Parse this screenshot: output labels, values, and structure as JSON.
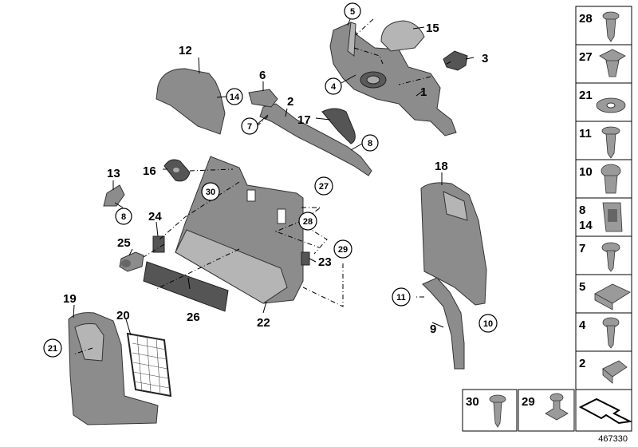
{
  "figure": {
    "reference_number": "467330"
  },
  "callouts": {
    "c1": "1",
    "c2": "2",
    "c3": "3",
    "c4": "4",
    "c5": "5",
    "c6": "6",
    "c7": "7",
    "c8a": "8",
    "c8b": "8",
    "c9": "9",
    "c10": "10",
    "c11": "11",
    "c12": "12",
    "c13": "13",
    "c14": "14",
    "c15": "15",
    "c16": "16",
    "c17": "17",
    "c18": "18",
    "c19": "19",
    "c20": "20",
    "c21": "21",
    "c22": "22",
    "c23": "23",
    "c24": "24",
    "c25": "25",
    "c26": "26",
    "c27": "27",
    "c28": "28",
    "c29": "29",
    "c30": "30"
  },
  "legend_panel": {
    "cells": [
      {
        "label": "28",
        "icon": "screw-clip-icon"
      },
      {
        "label": "27",
        "icon": "square-clip-icon"
      },
      {
        "label": "21",
        "icon": "spring-washer-icon"
      },
      {
        "label": "11",
        "icon": "flange-screw-icon"
      },
      {
        "label": "10",
        "icon": "expanding-rivet-icon"
      },
      {
        "label": "8",
        "label2": "14",
        "icon": "sheet-clip-icon"
      },
      {
        "label": "7",
        "icon": "hex-screw-icon"
      },
      {
        "label": "5",
        "icon": "u-nut-icon"
      },
      {
        "label": "4",
        "icon": "collar-screw-icon"
      },
      {
        "label": "2",
        "icon": "clip-nut-icon"
      }
    ],
    "bottom_cells": [
      {
        "label": "30",
        "icon": "torx-screw-icon"
      },
      {
        "label": "29",
        "icon": "push-rivet-icon"
      },
      {
        "label": "",
        "icon": "arrow-mark-icon"
      }
    ]
  }
}
